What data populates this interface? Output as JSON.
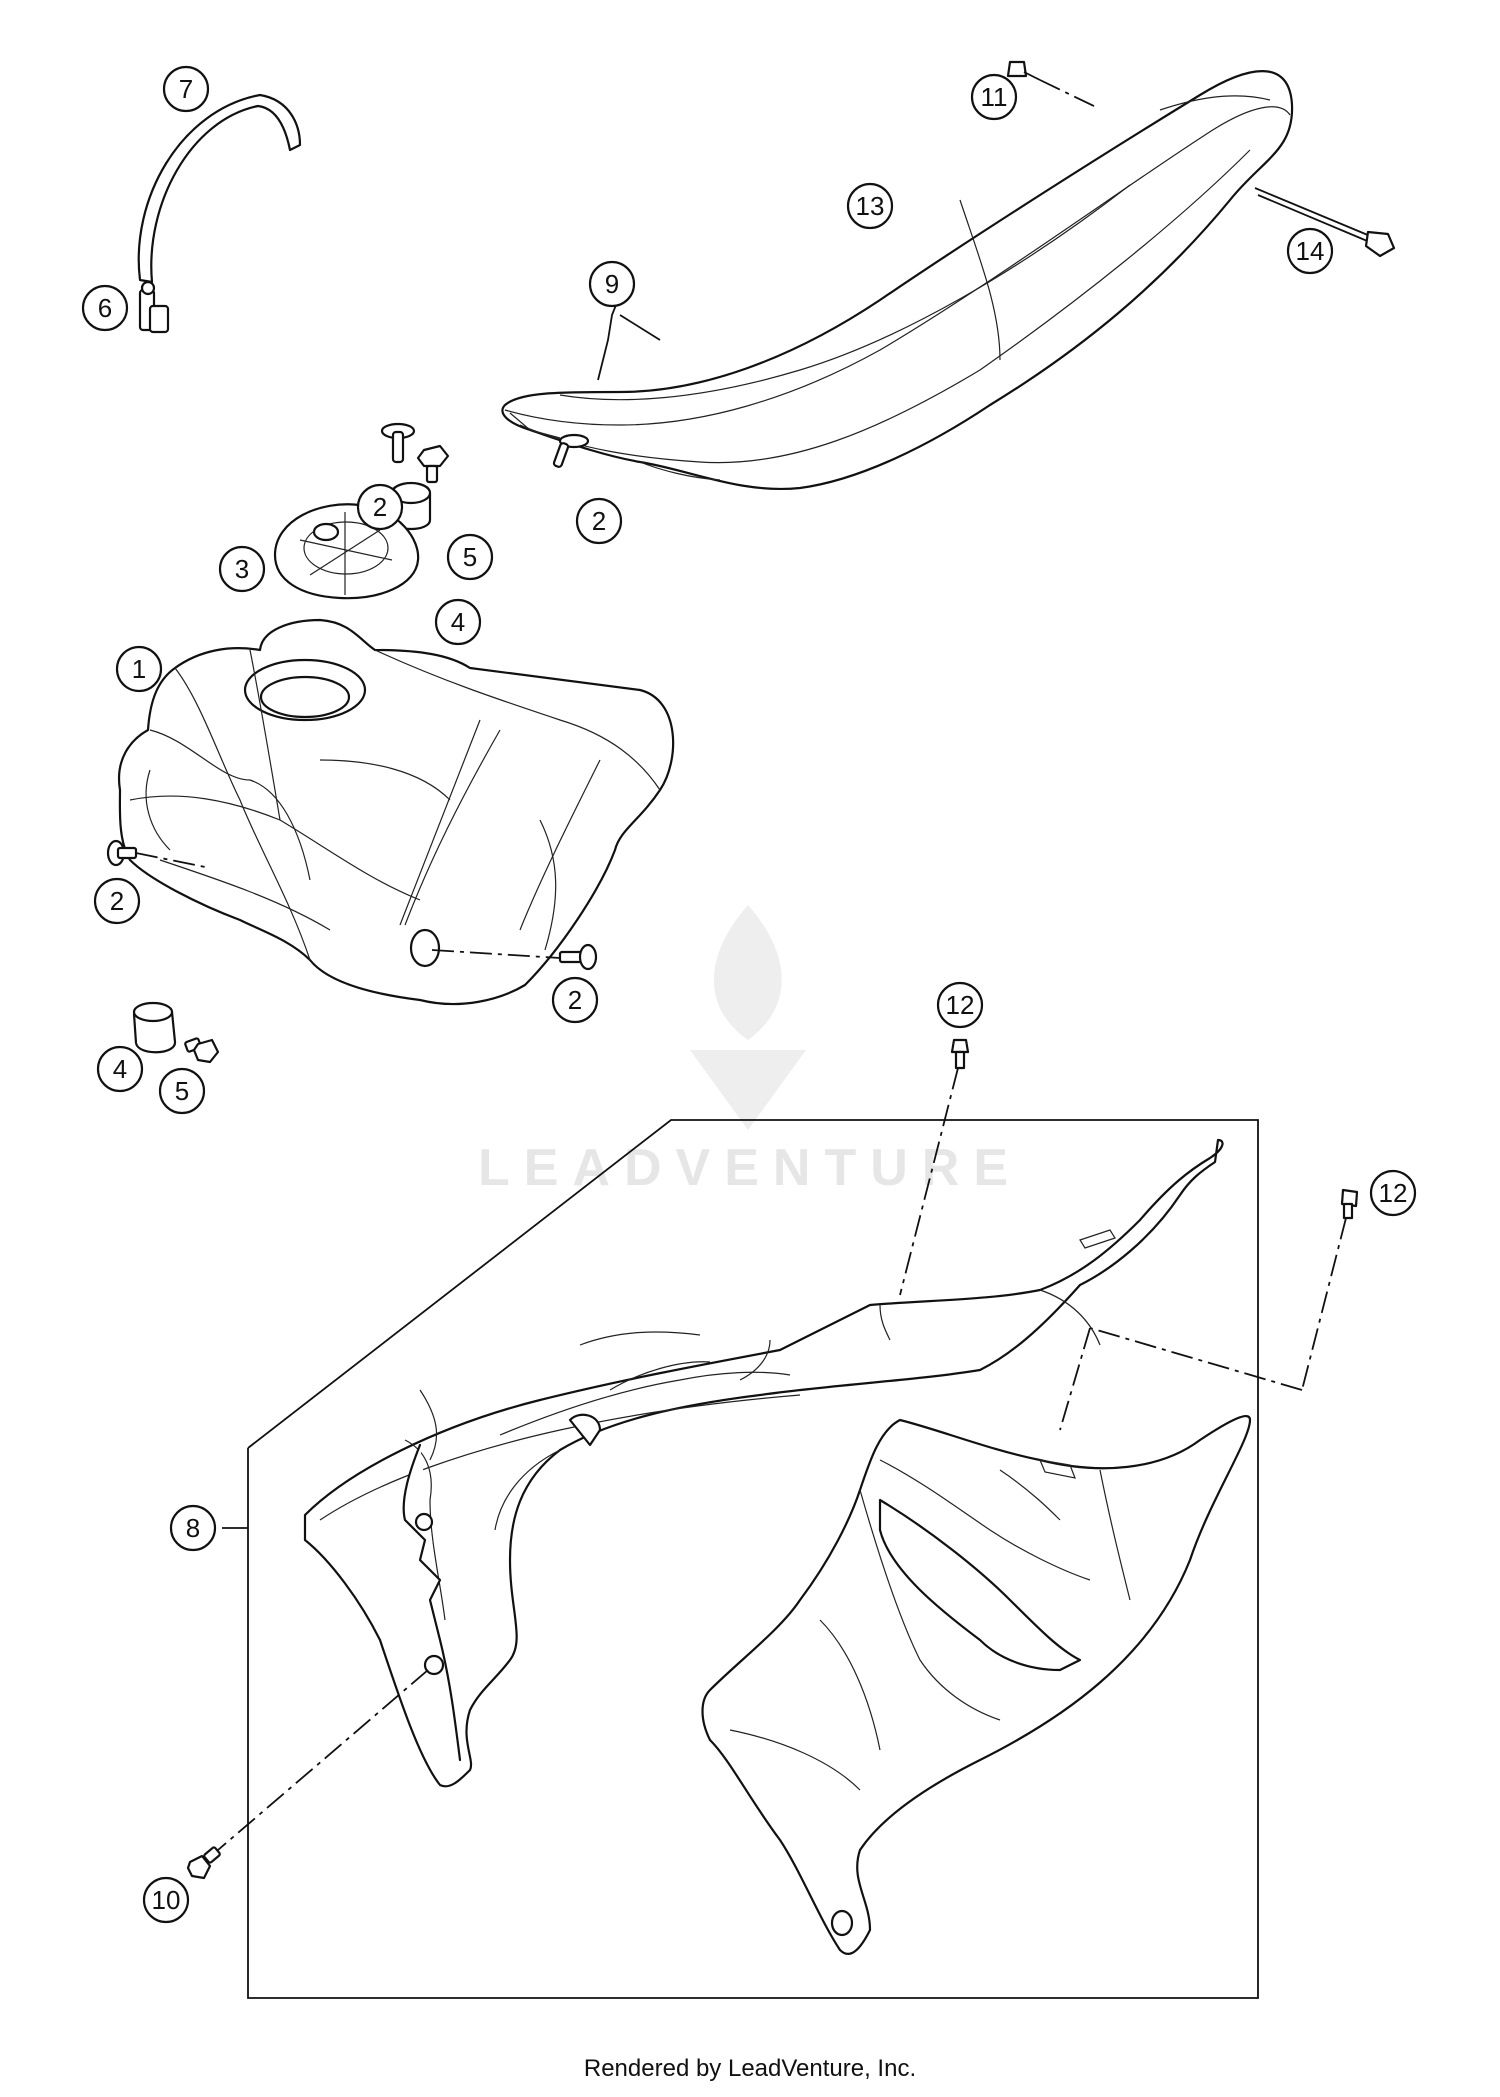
{
  "callouts": [
    {
      "id": "c7",
      "label": "7"
    },
    {
      "id": "c6",
      "label": "6"
    },
    {
      "id": "c11",
      "label": "11"
    },
    {
      "id": "c13",
      "label": "13"
    },
    {
      "id": "c9",
      "label": "9"
    },
    {
      "id": "c14",
      "label": "14"
    },
    {
      "id": "c2a",
      "label": "2"
    },
    {
      "id": "c5a",
      "label": "5"
    },
    {
      "id": "c2b",
      "label": "2"
    },
    {
      "id": "c3",
      "label": "3"
    },
    {
      "id": "c4a",
      "label": "4"
    },
    {
      "id": "c1",
      "label": "1"
    },
    {
      "id": "c2c",
      "label": "2"
    },
    {
      "id": "c2d",
      "label": "2"
    },
    {
      "id": "c4b",
      "label": "4"
    },
    {
      "id": "c5b",
      "label": "5"
    },
    {
      "id": "c12a",
      "label": "12"
    },
    {
      "id": "c12b",
      "label": "12"
    },
    {
      "id": "c8",
      "label": "8"
    },
    {
      "id": "c10",
      "label": "10"
    }
  ],
  "watermark": {
    "text": "LEADVENTURE"
  },
  "footer": {
    "text": "Rendered by LeadVenture, Inc."
  },
  "colors": {
    "line": "#111111",
    "background": "#ffffff",
    "watermark": "#e6e6e6"
  }
}
